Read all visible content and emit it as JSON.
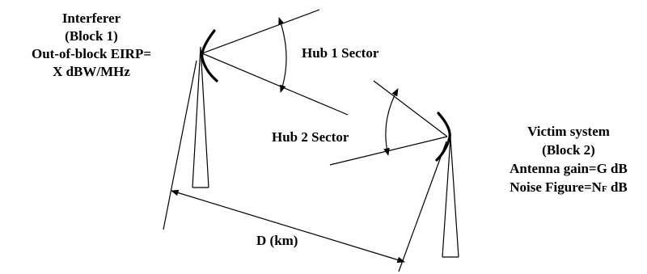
{
  "interferer": {
    "line1": "Interferer",
    "line2": "(Block 1)",
    "line3": "Out-of-block EIRP=",
    "line4": "X dBW/MHz"
  },
  "hub1_label": "Hub 1 Sector",
  "hub2_label": "Hub 2 Sector",
  "victim": {
    "line1": "Victim system",
    "line2": "(Block 2)",
    "line3": "Antenna gain=G dB",
    "line4_prefix": "Noise Figure=N",
    "line4_sub": "F",
    "line4_suffix": " dB"
  },
  "distance_label": "D (km)"
}
